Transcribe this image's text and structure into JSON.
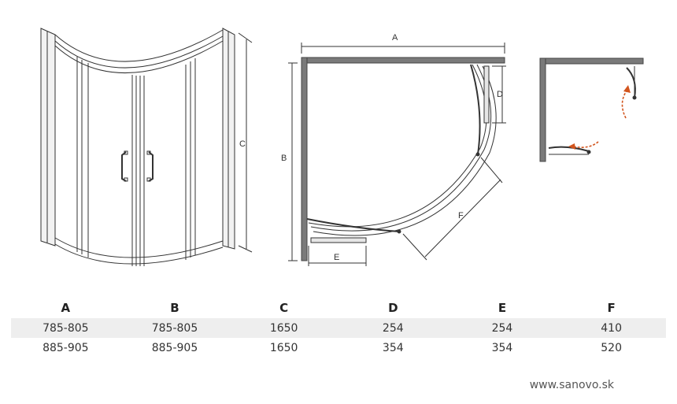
{
  "dimension_labels": {
    "a": "A",
    "b": "B",
    "c": "C",
    "d": "D",
    "e": "E",
    "f": "F"
  },
  "table": {
    "headers": [
      "A",
      "B",
      "C",
      "D",
      "E",
      "F"
    ],
    "rows": [
      [
        "785-805",
        "785-805",
        "1650",
        "254",
        "254",
        "410"
      ],
      [
        "885-905",
        "885-905",
        "1650",
        "354",
        "354",
        "520"
      ]
    ]
  },
  "watermark": "www.sanovo.sk",
  "colors": {
    "arrow": "#d2551e",
    "frame": "#666666",
    "line": "#333333"
  }
}
